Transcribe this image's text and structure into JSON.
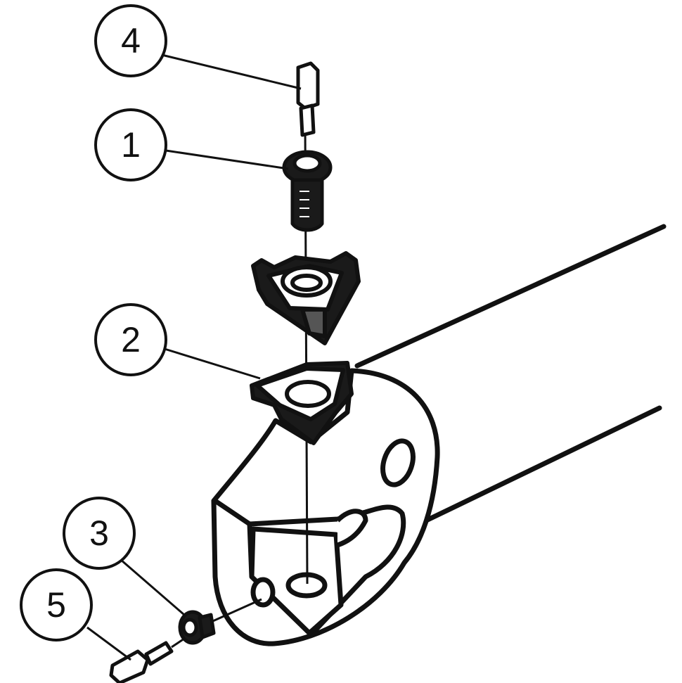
{
  "diagram": {
    "callouts": [
      {
        "id": "c4",
        "label": "4"
      },
      {
        "id": "c1",
        "label": "1"
      },
      {
        "id": "c2",
        "label": "2"
      },
      {
        "id": "c3",
        "label": "3"
      },
      {
        "id": "c5",
        "label": "5"
      }
    ],
    "colors": {
      "stroke": "#111111",
      "fill": "#ffffff",
      "dark": "#1a1a1a",
      "shade": "#555555"
    }
  }
}
